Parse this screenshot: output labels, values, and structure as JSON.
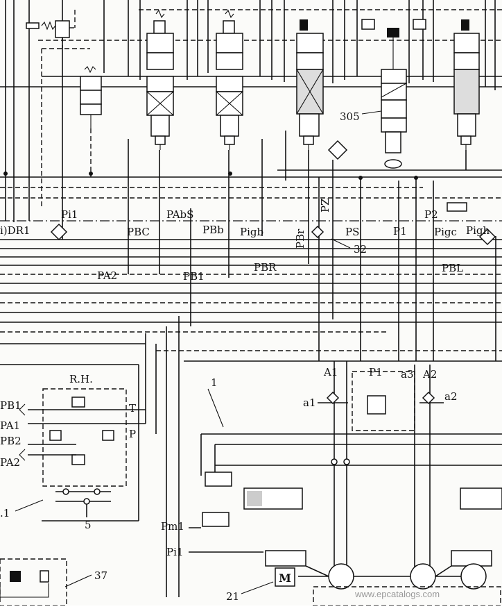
{
  "colors": {
    "ink": "#111111",
    "paper": "#fbfbf9",
    "watermark": "#9a9a9a"
  },
  "labels": {
    "pi1_top": "Pi1",
    "pabs": "PAbS",
    "dr1": "i)DR1",
    "pbc": "PBC",
    "pbb": "PBb",
    "pigb": "Pigb",
    "pbr": "PBr",
    "pz": "PZ",
    "ps": "PS",
    "p1_mid": "P1",
    "p2": "P2",
    "pigc": "Pigc",
    "pigh": "Pigh",
    "ref_32": "32",
    "pbr_out": "PBR",
    "pa2_out": "PA2",
    "pb1_out": "PB1",
    "pbl_out": "PBL",
    "ref_305": "305",
    "rh": "R.H.",
    "pb1_left": "PB1",
    "pa1_left": "PA1",
    "pb2_left": "PB2",
    "pa2_left": "PA2",
    "t_port": "T",
    "p_port": "P",
    "ref_11": ".1",
    "ref_5": "5",
    "ref_1": "1",
    "a1_top": "A1",
    "p1_pump": "P1",
    "a3": "a3",
    "a2_top": "A2",
    "a1_side": "a1",
    "a2_side": "a2",
    "pm1": "Pm1",
    "pi1_bottom": "Pi1",
    "motor": "M",
    "ref_21": "21",
    "ref_37": "37",
    "watermark": "www.epcatalogs.com"
  }
}
